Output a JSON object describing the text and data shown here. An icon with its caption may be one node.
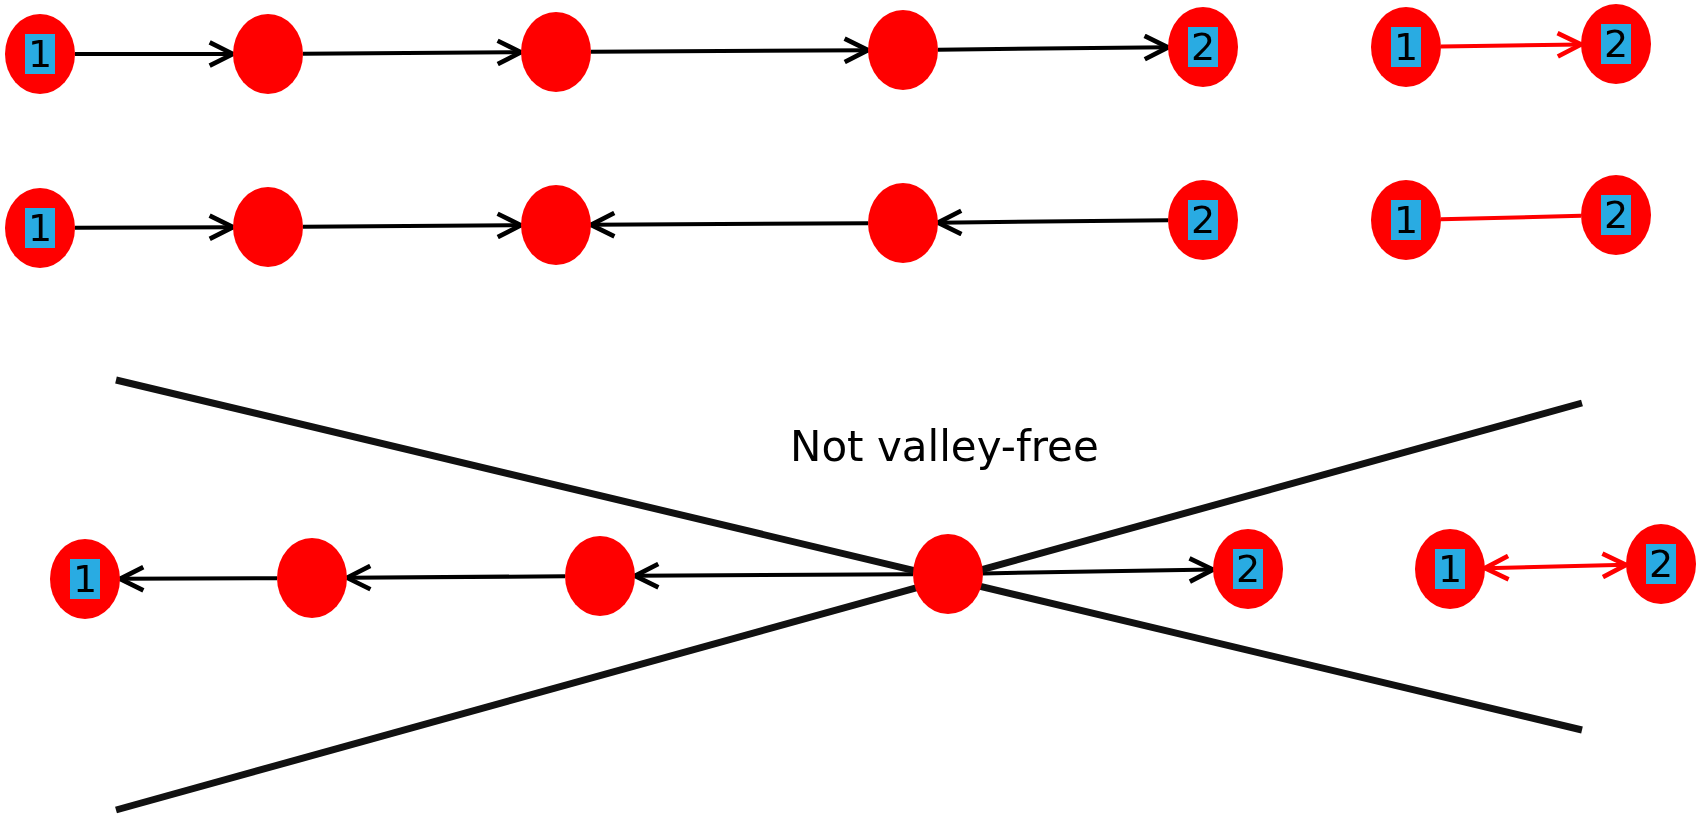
{
  "diagram": {
    "nodes": [
      {
        "text": [
          "1"
        ]
      },
      {
        "text": [],
        "shape": "circle"
      },
      {
        "text": [],
        "shape": "circle"
      },
      {
        "text": [],
        "shape": "circle"
      },
      {
        "text": [
          "2"
        ]
      },
      {
        "text": [
          "1"
        ]
      },
      {
        "text": [
          "2"
        ]
      },
      {
        "text": [
          "1"
        ]
      },
      {
        "text": [],
        "shape": "circle"
      },
      {
        "text": [],
        "shape": "circle"
      },
      {
        "text": [],
        "shape": "circle"
      },
      {
        "text": [
          "2"
        ]
      },
      {
        "text": [
          "1"
        ]
      },
      {
        "text": [
          "2"
        ]
      },
      {
        "text": [
          "1"
        ]
      },
      {
        "text": [],
        "shape": "circle"
      },
      {
        "text": [],
        "shape": "circle"
      },
      {
        "text": [],
        "shape": "circle"
      },
      {
        "text": [
          "2"
        ]
      },
      {
        "text": [
          "1"
        ]
      },
      {
        "text": [
          "2"
        ]
      }
    ],
    "edges": [
      {
        "from": 0,
        "to": 1,
        "arrow": "to"
      },
      {
        "from": 1,
        "to": 2,
        "arrow": "to"
      },
      {
        "from": 2,
        "to": 3,
        "arrow": "to"
      },
      {
        "from": 3,
        "to": 4,
        "arrow": "to"
      },
      {
        "from": 5,
        "to": 6,
        "arrow": "to",
        "color": "#ff0000"
      },
      {
        "from": 7,
        "to": 8,
        "arrow": "to"
      },
      {
        "from": 8,
        "to": 9,
        "arrow": "to"
      },
      {
        "from": 10,
        "to": 9,
        "arrow": "to"
      },
      {
        "from": 11,
        "to": 10,
        "arrow": "to"
      },
      {
        "from": 12,
        "to": 13,
        "arrow": "none",
        "color": "#ff0000"
      },
      {
        "from": 15,
        "to": 14,
        "arrow": "to"
      },
      {
        "from": 16,
        "to": 15,
        "arrow": "to"
      },
      {
        "from": 17,
        "to": 16,
        "arrow": "to"
      },
      {
        "from": 17,
        "to": 18,
        "arrow": "to"
      },
      {
        "from": 19,
        "to": 20,
        "arrow": "both",
        "color": "#ff0000"
      }
    ],
    "labels": [
      "Not valley-free"
    ]
  }
}
